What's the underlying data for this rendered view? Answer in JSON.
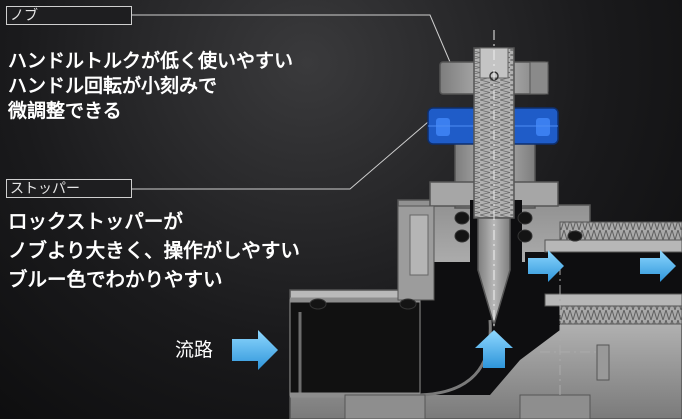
{
  "knob": {
    "label": "ノブ",
    "lines": [
      "ハンドルトルクが低く使いやすい",
      "ハンドル回転が小刻みで",
      "微調整できる"
    ]
  },
  "stopper": {
    "label": "ストッパー",
    "lines": [
      "ロックストッパーが",
      "ノブより大きく、操作がしやすい",
      "ブルー色でわかりやすい"
    ]
  },
  "flow": {
    "label": "流路"
  },
  "colors": {
    "stopper_blue": "#1f5cc8",
    "flow_arrow": "#4fb6ee",
    "metal": "#9a9a9a"
  }
}
